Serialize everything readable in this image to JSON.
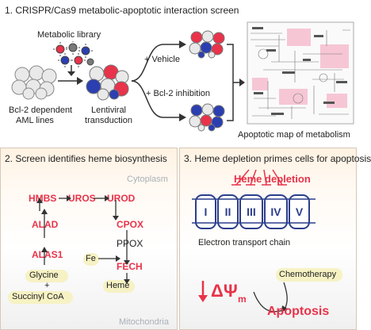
{
  "panel1": {
    "title": "1. CRISPR/Cas9 metabolic-apoptotic interaction screen",
    "metabolic_library": "Metabolic library",
    "bcl2_line1": "Bcl-2 dependent",
    "bcl2_line2": "AML lines",
    "lenti_line1": "Lentiviral",
    "lenti_line2": "transduction",
    "vehicle": "+ Vehicle",
    "bcl2_inhibition": "+ Bcl-2 inhibition",
    "apoptotic_map": "Apoptotic map of metabolism"
  },
  "panel2": {
    "title": "2. Screen identifies heme biosynthesis",
    "cytoplasm": "Cytoplasm",
    "mitochondria": "Mitochondria",
    "enzymes": {
      "hmbs": "HMBS",
      "uros": "UROS",
      "urod": "UROD",
      "alad": "ALAD",
      "cpox": "CPOX",
      "ppox": "PPOX",
      "alas1": "ALAS1",
      "fech": "FECH"
    },
    "fe": "Fe",
    "heme": "Heme",
    "glycine": "Glycine",
    "plus": "+",
    "succinyl": "Succinyl CoA"
  },
  "panel3": {
    "title": "3. Heme depletion primes cells for apoptosis",
    "heme_depletion": "Heme depletion",
    "complexes": [
      "I",
      "II",
      "III",
      "IV",
      "V"
    ],
    "etc_label": "Electron transport chain",
    "chemotherapy": "Chemotherapy",
    "delta_psi": "ΔΨ",
    "delta_psi_sub": "m",
    "apoptosis": "Apoptosis"
  },
  "colors": {
    "accent_red": "#e8334a",
    "etc_blue": "#2c3e8c",
    "highlight_yellow": "#f6f2c4",
    "cell_red": "#e8334a",
    "cell_blue": "#2b3fb0"
  }
}
